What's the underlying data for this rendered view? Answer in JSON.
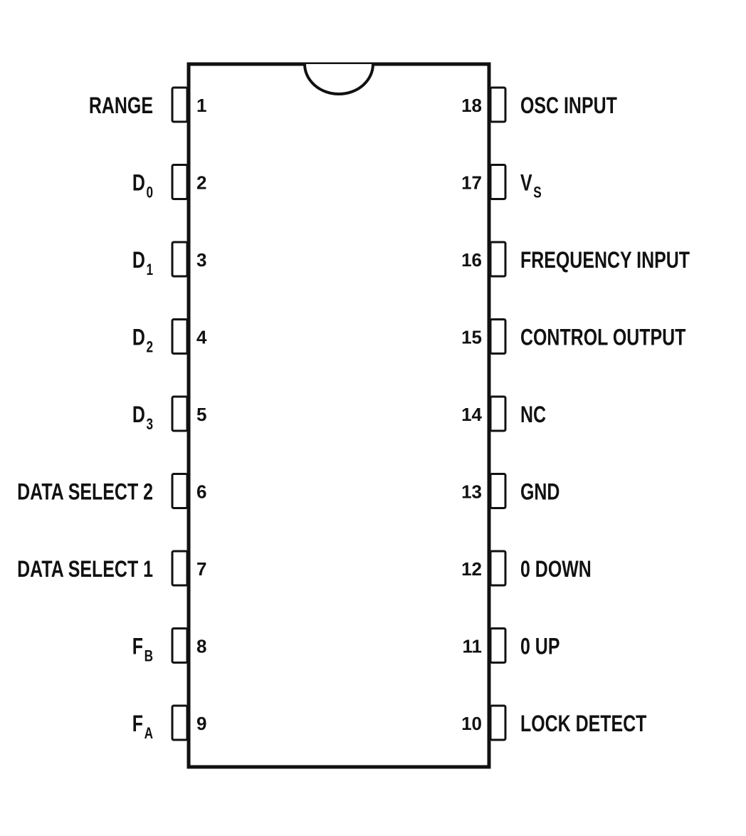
{
  "diagram": {
    "type": "ic-pinout",
    "package": "18-pin DIP",
    "left_pins": [
      {
        "number": "1",
        "label": "RANGE",
        "sub": ""
      },
      {
        "number": "2",
        "label": "D",
        "sub": "0"
      },
      {
        "number": "3",
        "label": "D",
        "sub": "1"
      },
      {
        "number": "4",
        "label": "D",
        "sub": "2"
      },
      {
        "number": "5",
        "label": "D",
        "sub": "3"
      },
      {
        "number": "6",
        "label": "DATA SELECT 2",
        "sub": ""
      },
      {
        "number": "7",
        "label": "DATA SELECT 1",
        "sub": ""
      },
      {
        "number": "8",
        "label": "F",
        "sub": "B"
      },
      {
        "number": "9",
        "label": "F",
        "sub": "A"
      }
    ],
    "right_pins": [
      {
        "number": "18",
        "label": "OSC INPUT",
        "sub": ""
      },
      {
        "number": "17",
        "label": "V",
        "sub": "S"
      },
      {
        "number": "16",
        "label": "FREQUENCY INPUT",
        "sub": ""
      },
      {
        "number": "15",
        "label": "CONTROL OUTPUT",
        "sub": ""
      },
      {
        "number": "14",
        "label": "NC",
        "sub": ""
      },
      {
        "number": "13",
        "label": "GND",
        "sub": ""
      },
      {
        "number": "12",
        "label": "0 DOWN",
        "sub": ""
      },
      {
        "number": "11",
        "label": "0 UP",
        "sub": ""
      },
      {
        "number": "10",
        "label": "LOCK DETECT",
        "sub": ""
      }
    ]
  }
}
